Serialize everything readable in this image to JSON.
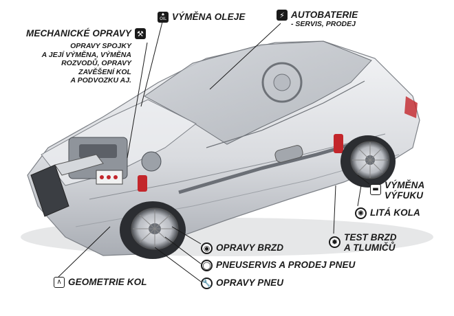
{
  "callouts": {
    "mechanical": {
      "title": "MECHANICKÉ OPRAVY",
      "lines": [
        "OPRAVY SPOJKY",
        "A JEJÍ VÝMĚNA, VÝMĚNA",
        "ROZVODŮ, OPRAVY",
        "ZAVĚŠENÍ KOL",
        "A PODVOZKU aj."
      ],
      "icon": "wrench-icon"
    },
    "oil": {
      "title": "VÝMĚNA OLEJE",
      "icon": "oil-can-icon",
      "icon_text": "OIL"
    },
    "battery": {
      "title": "AUTOBATERIE",
      "sub": "- SERVIS, PRODEJ",
      "icon": "battery-bolt-icon"
    },
    "exhaust": {
      "lines": [
        "VÝMĚNA",
        "VÝFUKU"
      ],
      "icon": "exhaust-pipe-icon"
    },
    "alloy": {
      "title": "LITÁ KOLA",
      "icon": "alloy-wheel-icon"
    },
    "brake_test": {
      "lines": [
        "TEST BRZD",
        "A TLUMIČŮ"
      ],
      "icon": "brake-disc-icon"
    },
    "brakes": {
      "title": "OPRAVY BRZD",
      "icon": "brake-caliper-icon"
    },
    "tire_service": {
      "title": "PNEUSERVIS A PRODEJ PNEU",
      "icon": "tire-icon"
    },
    "tire_repair": {
      "title": "OPRAVY PNEU",
      "icon": "tire-wrench-icon"
    },
    "geometry": {
      "title": "GEOMETRIE KOL",
      "icon": "compass-icon"
    }
  },
  "colors": {
    "ink": "#1a1a1a",
    "car_body": "#e6e7ea",
    "car_shadow": "#b9bcc2",
    "accent_red": "#c3262b"
  }
}
